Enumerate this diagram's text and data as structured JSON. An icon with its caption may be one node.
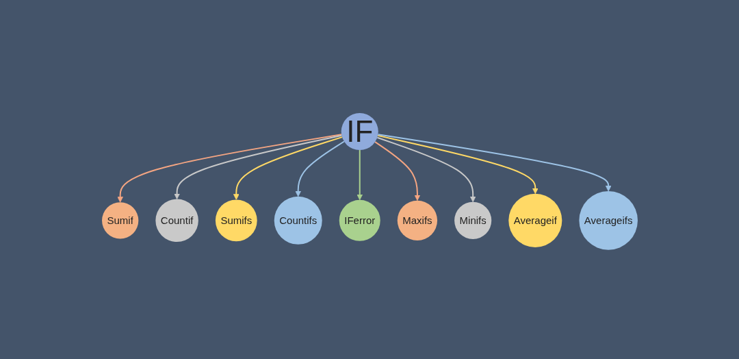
{
  "diagram": {
    "nodes": [
      {
        "text": [
          "IF"
        ]
      },
      {
        "text": [
          "Sumif"
        ]
      },
      {
        "text": [
          "Countif"
        ]
      },
      {
        "text": [
          "Sumifs"
        ]
      },
      {
        "text": [
          "Countifs"
        ]
      },
      {
        "text": [
          "IFerror"
        ]
      },
      {
        "text": [
          "Maxifs"
        ]
      },
      {
        "text": [
          "Minifs"
        ]
      },
      {
        "text": [
          "Averageif"
        ]
      },
      {
        "text": [
          "Averageifs"
        ]
      }
    ],
    "edges": [
      {
        "from": 0,
        "to": 1,
        "arrow": "to",
        "color": "#f4a582"
      },
      {
        "from": 0,
        "to": 2,
        "arrow": "to",
        "color": "#c9c9c9"
      },
      {
        "from": 0,
        "to": 3,
        "arrow": "to",
        "color": "#ffd966"
      },
      {
        "from": 0,
        "to": 4,
        "arrow": "to",
        "color": "#9dc3e6"
      },
      {
        "from": 0,
        "to": 5,
        "arrow": "to",
        "color": "#a9d18e"
      },
      {
        "from": 0,
        "to": 6,
        "arrow": "to",
        "color": "#f4a582"
      },
      {
        "from": 0,
        "to": 7,
        "arrow": "to",
        "color": "#c9c9c9"
      },
      {
        "from": 0,
        "to": 8,
        "arrow": "to",
        "color": "#ffd966"
      },
      {
        "from": 0,
        "to": 9,
        "arrow": "to",
        "color": "#9dc3e6"
      }
    ]
  }
}
